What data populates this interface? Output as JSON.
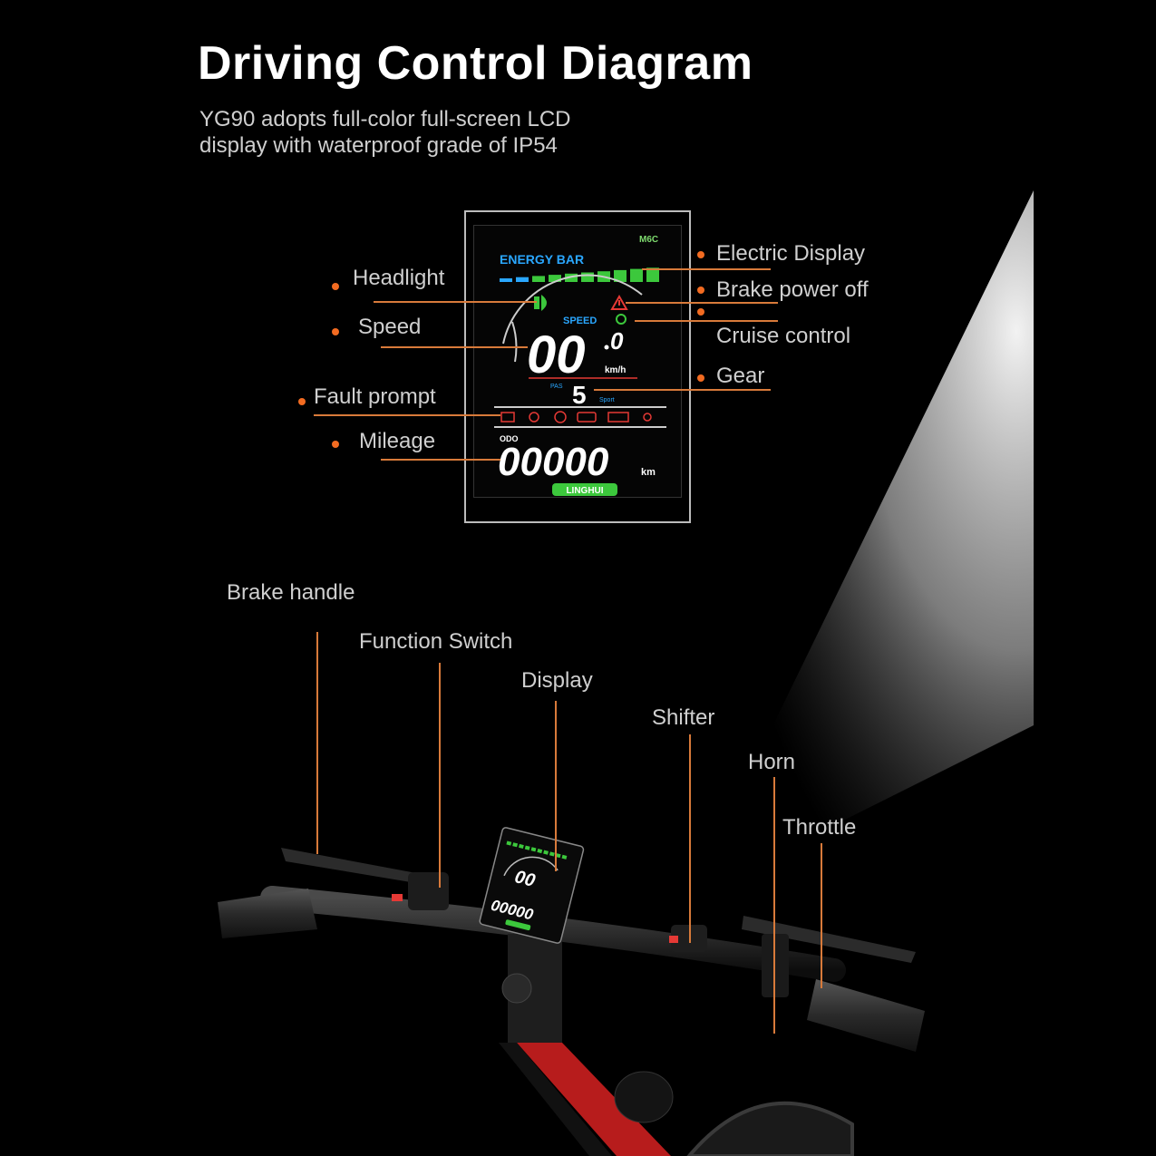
{
  "header": {
    "title": "Driving Control Diagram",
    "subtitle_line1": "YG90 adopts full-color full-screen LCD",
    "subtitle_line2": "display with waterproof grade of IP54"
  },
  "lcd": {
    "model": "M6C",
    "energy_label": "ENERGY BAR",
    "speed_label": "SPEED",
    "speed_value": "00",
    "speed_decimal": "0",
    "speed_unit": "km/h",
    "pas_label": "PAS",
    "gear_value": "5",
    "sport_label": "Sport",
    "odo_label": "ODO",
    "mileage_value": "00000",
    "mileage_unit": "km",
    "brand": "LINGHUI",
    "energy_segments": 10
  },
  "display_labels": {
    "headlight": "Headlight",
    "speed": "Speed",
    "fault_prompt": "Fault prompt",
    "mileage": "Mileage",
    "electric_display": "Electric Display",
    "brake_power_off": "Brake power off",
    "cruise_control": "Cruise control",
    "gear": "Gear"
  },
  "bike_labels": {
    "brake_handle": "Brake handle",
    "function_switch": "Function Switch",
    "display": "Display",
    "shifter": "Shifter",
    "horn": "Horn",
    "throttle": "Throttle"
  },
  "colors": {
    "background": "#000000",
    "accent_orange": "#f26b21",
    "energy_green": "#3cc83c",
    "energy_blue": "#2aa7ff",
    "warning_red": "#e53935",
    "lcd_white": "#ffffff"
  }
}
